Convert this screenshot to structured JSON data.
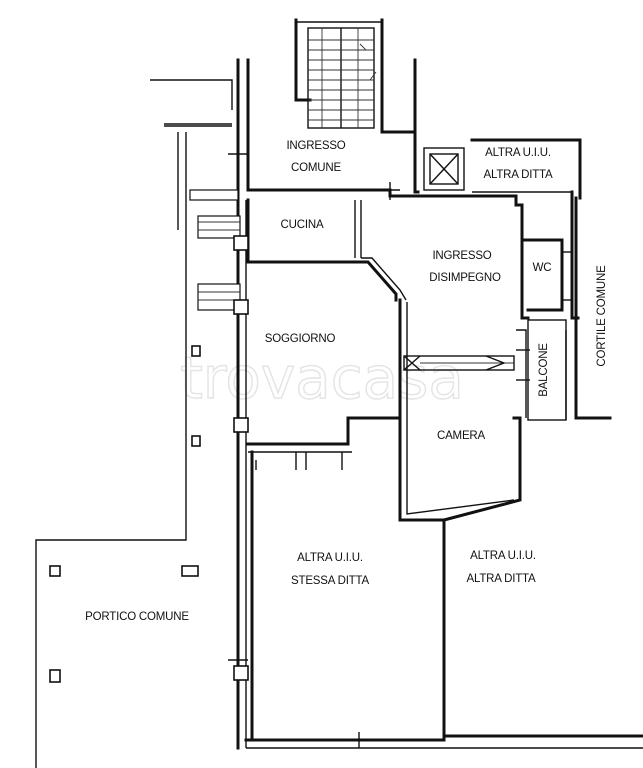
{
  "watermark": "trovacasa",
  "rooms": {
    "ingresso_comune": [
      "INGRESSO",
      "COMUNE"
    ],
    "altra_uiu_top": [
      "ALTRA U.I.U.",
      "ALTRA DITTA"
    ],
    "cucina": "CUCINA",
    "ingresso_disimpegno": [
      "INGRESSO",
      "DISIMPEGNO"
    ],
    "wc": "WC",
    "cortile_comune": "CORTILE COMUNE",
    "soggiorno": "SOGGIORNO",
    "balcone": "BALCONE",
    "camera": "CAMERA",
    "altra_uiu_stessa": [
      "ALTRA U.I.U.",
      "STESSA DITTA"
    ],
    "altra_uiu_right": [
      "ALTRA U.I.U.",
      "ALTRA DITTA"
    ],
    "portico_comune": "PORTICO COMUNE"
  }
}
